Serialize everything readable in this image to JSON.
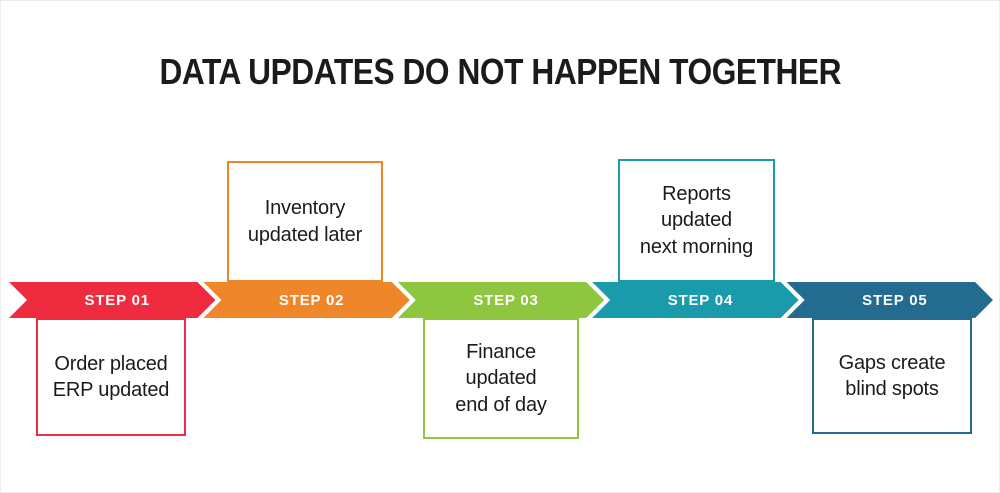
{
  "title": "DATA UPDATES DO NOT HAPPEN TOGETHER",
  "steps": [
    {
      "label": "STEP 01",
      "color": "#ee2b3f",
      "note": "Order placed\nERP updated",
      "note_position": "below"
    },
    {
      "label": "STEP 02",
      "color": "#ef872a",
      "note": "Inventory\nupdated later",
      "note_position": "above"
    },
    {
      "label": "STEP 03",
      "color": "#8ec63f",
      "note": "Finance\nupdated\nend of day",
      "note_position": "below"
    },
    {
      "label": "STEP 04",
      "color": "#199bac",
      "note": "Reports\nupdated\nnext morning",
      "note_position": "above"
    },
    {
      "label": "STEP 05",
      "color": "#246b90",
      "note": "Gaps create\nblind spots",
      "note_position": "below"
    }
  ]
}
